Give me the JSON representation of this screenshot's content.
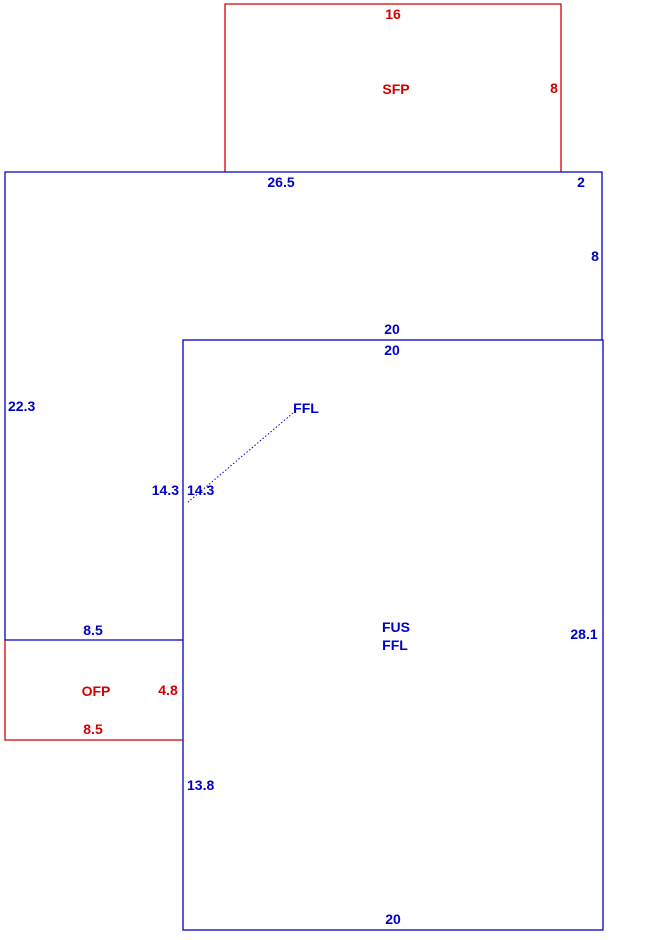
{
  "colors": {
    "living_area": "#0000c8",
    "porch": "#d40000",
    "background": "#ffffff"
  },
  "areas": {
    "sfp": {
      "label": "SFP",
      "dims": {
        "top": "16",
        "right": "8"
      }
    },
    "upper_living": {
      "dims": {
        "top_left": "26.5",
        "top_right": "2",
        "right": "8",
        "left": "22.3",
        "inner_top": "20",
        "bottom": "8.5",
        "inner_left": "14.3"
      }
    },
    "main_living": {
      "label_line1": "FUS",
      "label_line2": "FFL",
      "dims": {
        "top": "20",
        "left_upper": "14.3",
        "left_lower": "13.8",
        "right": "28.1",
        "bottom": "20"
      }
    },
    "ffl_callout": {
      "label": "FFL"
    },
    "ofp": {
      "label": "OFP",
      "dims": {
        "bottom": "8.5",
        "right": "4.8"
      }
    }
  }
}
